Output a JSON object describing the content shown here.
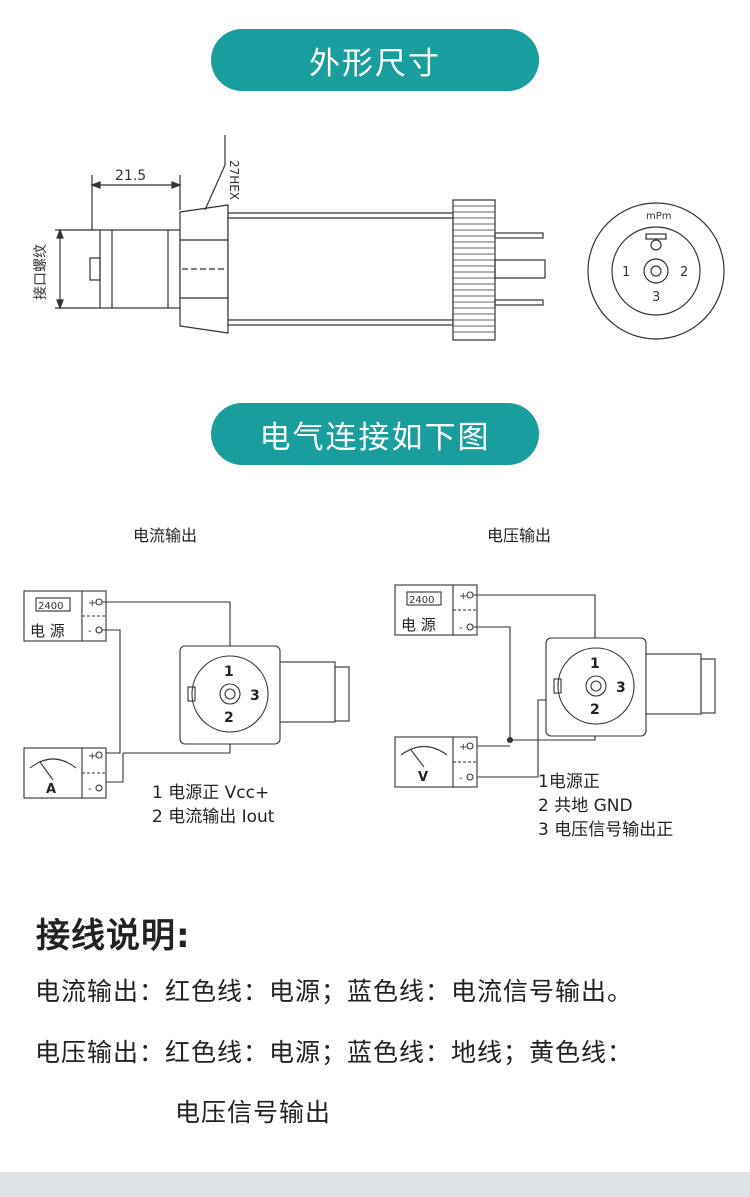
{
  "sections": {
    "dimensions_title": "外形尺寸",
    "wiring_title": "电气连接如下图"
  },
  "drawing": {
    "dim_21_5": "21.5",
    "hex_label": "27HEX",
    "thread_label": "接口螺纹",
    "connector_brand": "mPm",
    "pin1": "1",
    "pin2": "2",
    "pin3": "3"
  },
  "current_output": {
    "title": "电流输出",
    "supply_display": "2400",
    "supply_label": "电 源",
    "plus": "+",
    "minus": "-",
    "meter_unit": "A",
    "legend": [
      "1 电源正 Vcc+",
      "2 电流输出 Iout"
    ]
  },
  "voltage_output": {
    "title": "电压输出",
    "supply_display": "2400",
    "supply_label": "电 源",
    "plus": "+",
    "minus": "-",
    "meter_unit": "V",
    "legend": [
      "1电源正",
      "2 共地 GND",
      "3 电压信号输出正"
    ]
  },
  "notes": {
    "title": "接线说明:",
    "line1": "电流输出：红色线：电源；蓝色线：电流信号输出。",
    "line2": "电压输出：红色线：电源；蓝色线：地线；黄色线：",
    "line3": "电压信号输出"
  }
}
